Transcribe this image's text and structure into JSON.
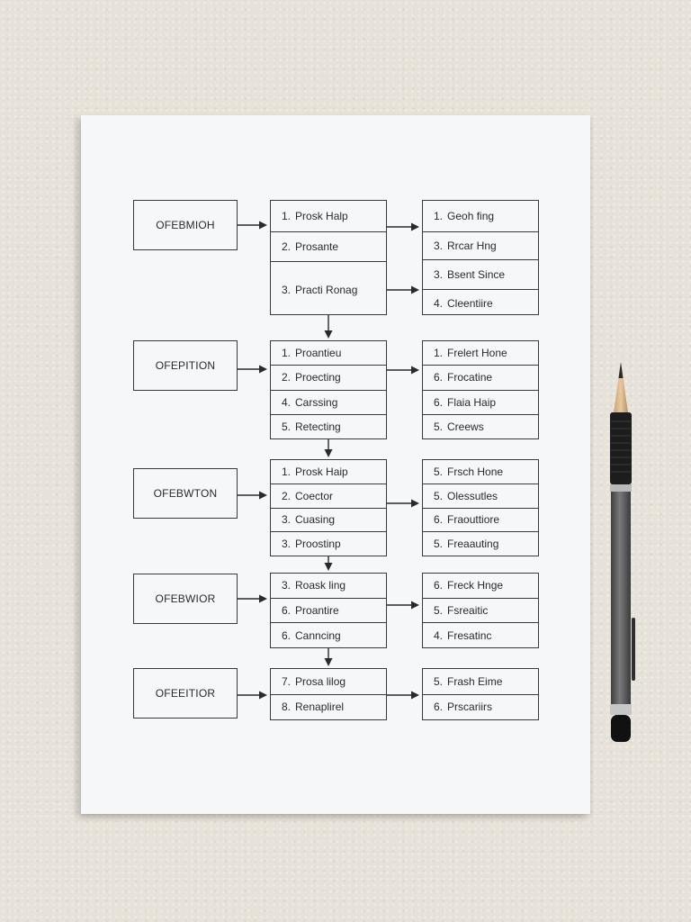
{
  "stages": [
    {
      "operation": "OFEBMIOH",
      "middle": [
        {
          "num": "1.",
          "text": "Prosk Halp"
        },
        {
          "num": "2.",
          "text": "Prosante"
        },
        {
          "num": "3.",
          "text": "Practi Ronag"
        }
      ],
      "right": [
        {
          "num": "1.",
          "text": "Geoh fing"
        },
        {
          "num": "3.",
          "text": "Rrcar Hng"
        },
        {
          "num": "3.",
          "text": "Bsent Since"
        },
        {
          "num": "4.",
          "text": "Cleentiire"
        }
      ]
    },
    {
      "operation": "OFEPITION",
      "middle": [
        {
          "num": "1.",
          "text": "Proantieu"
        },
        {
          "num": "2.",
          "text": "Proecting"
        },
        {
          "num": "4.",
          "text": "Carssing"
        },
        {
          "num": "5.",
          "text": "Retecting"
        }
      ],
      "right": [
        {
          "num": "1.",
          "text": "Frelert Hone"
        },
        {
          "num": "6.",
          "text": "Frocatine"
        },
        {
          "num": "6.",
          "text": "Flaia Haip"
        },
        {
          "num": "5.",
          "text": "Creews"
        }
      ]
    },
    {
      "operation": "OFEBWTON",
      "middle": [
        {
          "num": "1.",
          "text": "Prosk Haip"
        },
        {
          "num": "2.",
          "text": "Coector"
        },
        {
          "num": "3.",
          "text": "Cuasing"
        },
        {
          "num": "3.",
          "text": "Proostinp"
        }
      ],
      "right": [
        {
          "num": "5.",
          "text": "Frsch Hone"
        },
        {
          "num": "5.",
          "text": "Olessutles"
        },
        {
          "num": "6.",
          "text": "Fraouttiore"
        },
        {
          "num": "5.",
          "text": "Freaauting"
        }
      ]
    },
    {
      "operation": "OFEBWIOR",
      "middle": [
        {
          "num": "3.",
          "text": "Roask ling"
        },
        {
          "num": "6.",
          "text": "Proantire"
        },
        {
          "num": "6.",
          "text": "Canncing"
        }
      ],
      "right": [
        {
          "num": "6.",
          "text": "Freck Hnge"
        },
        {
          "num": "5.",
          "text": "Fsreaitic"
        },
        {
          "num": "4.",
          "text": "Fresatinc"
        }
      ]
    },
    {
      "operation": "OFEEITIOR",
      "middle": [
        {
          "num": "7.",
          "text": "Prosa lilog"
        },
        {
          "num": "8.",
          "text": "Renaplirel"
        }
      ],
      "right": [
        {
          "num": "5.",
          "text": "Frash Eime"
        },
        {
          "num": "6.",
          "text": "Prscariirs"
        }
      ]
    }
  ],
  "colors": {
    "ink": "#2a2a2a",
    "paper": "#f6f7f9",
    "background": "#e7e2d9",
    "pencil_body": "#5b5b5c",
    "pencil_grip": "#1e1e1e"
  }
}
